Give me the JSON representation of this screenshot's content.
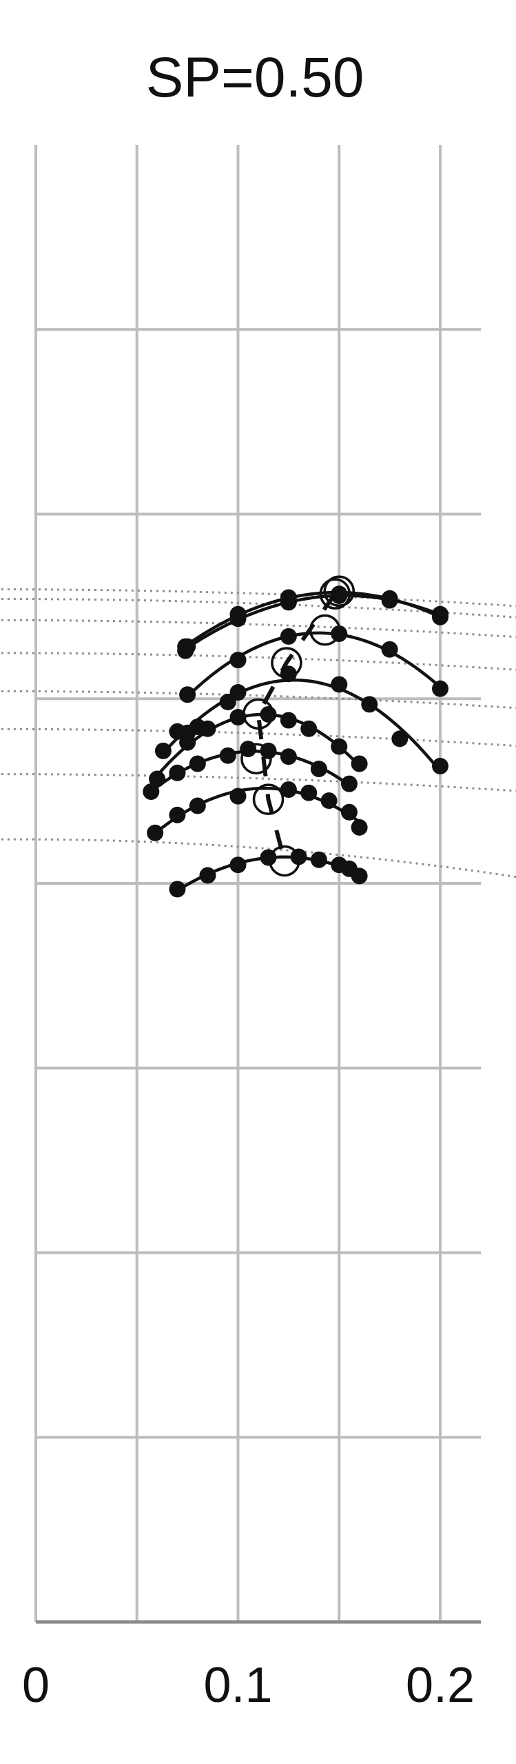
{
  "chart_data": {
    "type": "scatter",
    "title": "SP=0.50",
    "xlabel": "",
    "ylabel": "",
    "xlim": [
      -0.005,
      0.22
    ],
    "ylim": [
      0,
      1
    ],
    "grid": true,
    "legend": "none",
    "xticks": [
      {
        "value": 0,
        "label": "0"
      },
      {
        "value": 0.1,
        "label": "0.1"
      },
      {
        "value": 0.2,
        "label": "0.2"
      }
    ],
    "xgrid": [
      0,
      0.05,
      0.1,
      0.15,
      0.2
    ],
    "ygrid": [
      0,
      0.125,
      0.25,
      0.375,
      0.5,
      0.625,
      0.75,
      0.875
    ],
    "colors": {
      "grid": "#bdbdbd",
      "axis": "#8a8a8a",
      "curve": "#111111",
      "dotted": "#8c8c8c"
    },
    "series": [
      {
        "points": [
          [
            0.074,
            0.6575
          ],
          [
            0.075,
            0.6603
          ],
          [
            0.1,
            0.6792
          ],
          [
            0.125,
            0.6903
          ],
          [
            0.15,
            0.6947
          ],
          [
            0.175,
            0.6916
          ],
          [
            0.2,
            0.6822
          ]
        ],
        "peak": [
          0.148,
          0.696
        ]
      },
      {
        "points": [
          [
            0.074,
            0.6603
          ],
          [
            0.1,
            0.6822
          ],
          [
            0.125,
            0.6935
          ],
          [
            0.15,
            0.696
          ],
          [
            0.175,
            0.6929
          ],
          [
            0.2,
            0.6803
          ]
        ],
        "peak": [
          0.15,
          0.6978
        ]
      },
      {
        "points": [
          [
            0.075,
            0.6278
          ],
          [
            0.1,
            0.6512
          ],
          [
            0.125,
            0.6672
          ],
          [
            0.15,
            0.669
          ],
          [
            0.175,
            0.6584
          ],
          [
            0.2,
            0.6318
          ]
        ],
        "peak": [
          0.143,
          0.6715
        ]
      },
      {
        "points": [
          [
            0.063,
            0.5897
          ],
          [
            0.07,
            0.6028
          ],
          [
            0.075,
            0.6019
          ],
          [
            0.08,
            0.606
          ],
          [
            0.095,
            0.6228
          ],
          [
            0.1,
            0.6293
          ],
          [
            0.125,
            0.6418
          ],
          [
            0.15,
            0.6347
          ],
          [
            0.165,
            0.6212
          ],
          [
            0.18,
            0.5979
          ],
          [
            0.2,
            0.5794
          ]
        ],
        "peak": [
          0.124,
          0.6494
        ]
      },
      {
        "points": [
          [
            0.06,
            0.5707
          ],
          [
            0.075,
            0.5954
          ],
          [
            0.085,
            0.6047
          ],
          [
            0.1,
            0.6125
          ],
          [
            0.115,
            0.6144
          ],
          [
            0.125,
            0.6104
          ],
          [
            0.135,
            0.6047
          ],
          [
            0.15,
            0.5926
          ],
          [
            0.16,
            0.581
          ]
        ],
        "peak": [
          0.11,
          0.6147
        ]
      },
      {
        "points": [
          [
            0.057,
            0.5621
          ],
          [
            0.07,
            0.5748
          ],
          [
            0.08,
            0.581
          ],
          [
            0.095,
            0.5865
          ],
          [
            0.105,
            0.591
          ],
          [
            0.115,
            0.5897
          ],
          [
            0.125,
            0.5858
          ],
          [
            0.14,
            0.5775
          ],
          [
            0.155,
            0.5674
          ]
        ],
        "peak": [
          0.109,
          0.5844
        ]
      },
      {
        "points": [
          [
            0.059,
            0.5342
          ],
          [
            0.07,
            0.5463
          ],
          [
            0.08,
            0.5525
          ],
          [
            0.1,
            0.559
          ],
          [
            0.125,
            0.5635
          ],
          [
            0.135,
            0.5613
          ],
          [
            0.145,
            0.556
          ],
          [
            0.155,
            0.5482
          ],
          [
            0.16,
            0.5379
          ]
        ],
        "peak": [
          0.115,
          0.5569
        ]
      },
      {
        "points": [
          [
            0.07,
            0.4961
          ],
          [
            0.085,
            0.5054
          ],
          [
            0.1,
            0.5125
          ],
          [
            0.115,
            0.5175
          ],
          [
            0.13,
            0.518
          ],
          [
            0.14,
            0.516
          ],
          [
            0.15,
            0.5125
          ],
          [
            0.155,
            0.5099
          ],
          [
            0.16,
            0.505
          ]
        ],
        "peak": [
          0.123,
          0.5152
        ]
      }
    ],
    "reference_lines": [
      {
        "a": 0.699,
        "b": -0.00714,
        "c": -0.17
      },
      {
        "a": 0.6925,
        "b": -0.00714,
        "c": -0.19
      },
      {
        "a": 0.6781,
        "b": -0.00714,
        "c": -0.17
      },
      {
        "a": 0.6559,
        "b": -0.00714,
        "c": -0.17
      },
      {
        "a": 0.63,
        "b": -0.00714,
        "c": -0.17
      },
      {
        "a": 0.6044,
        "b": -0.00714,
        "c": -0.17
      },
      {
        "a": 0.5739,
        "b": -0.00714,
        "c": -0.17
      },
      {
        "a": 0.5298,
        "b": -0.00714,
        "c": -0.42
      }
    ],
    "locus": [
      [
        0.148,
        0.696
      ],
      [
        0.124,
        0.6494
      ],
      [
        0.11,
        0.6147
      ],
      [
        0.115,
        0.5569
      ],
      [
        0.123,
        0.5152
      ]
    ]
  }
}
